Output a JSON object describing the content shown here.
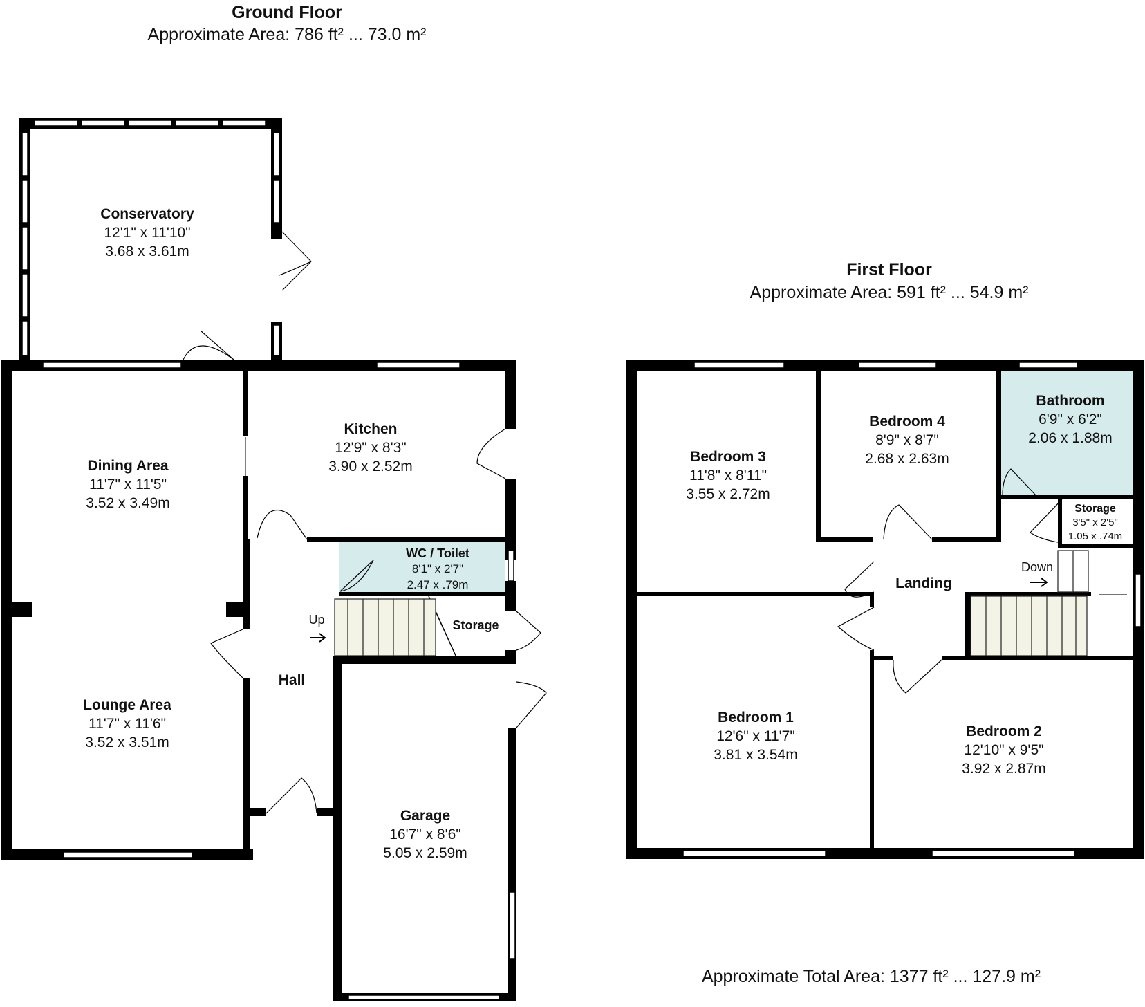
{
  "ground_floor": {
    "title": "Ground Floor",
    "area": "Approximate Area: 786 ft² ... 73.0 m²",
    "rooms": {
      "conservatory": {
        "name": "Conservatory",
        "imperial": "12'1\" x 11'10\"",
        "metric": "3.68 x 3.61m"
      },
      "dining": {
        "name": "Dining Area",
        "imperial": "11'7\" x 11'5\"",
        "metric": "3.52 x 3.49m"
      },
      "kitchen": {
        "name": "Kitchen",
        "imperial": "12'9\" x 8'3\"",
        "metric": "3.90 x 2.52m"
      },
      "wc": {
        "name": "WC / Toilet",
        "imperial": "8'1\" x 2'7\"",
        "metric": "2.47 x .79m"
      },
      "storage": {
        "name": "Storage"
      },
      "hall": {
        "name": "Hall"
      },
      "lounge": {
        "name": "Lounge Area",
        "imperial": "11'7\" x 11'6\"",
        "metric": "3.52 x 3.51m"
      },
      "garage": {
        "name": "Garage",
        "imperial": "16'7\" x 8'6\"",
        "metric": "5.05 x 2.59m"
      }
    },
    "stairs_label": "Up"
  },
  "first_floor": {
    "title": "First Floor",
    "area": "Approximate Area: 591 ft² ... 54.9 m²",
    "rooms": {
      "bedroom3": {
        "name": "Bedroom 3",
        "imperial": "11'8\" x 8'11\"",
        "metric": "3.55 x 2.72m"
      },
      "bedroom4": {
        "name": "Bedroom 4",
        "imperial": "8'9\" x 8'7\"",
        "metric": "2.68 x 2.63m"
      },
      "bathroom": {
        "name": "Bathroom",
        "imperial": "6'9\" x 6'2\"",
        "metric": "2.06 x 1.88m"
      },
      "storage": {
        "name": "Storage",
        "imperial": "3'5\" x 2'5\"",
        "metric": "1.05 x .74m"
      },
      "landing": {
        "name": "Landing"
      },
      "bedroom1": {
        "name": "Bedroom 1",
        "imperial": "12'6\" x 11'7\"",
        "metric": "3.81 x 3.54m"
      },
      "bedroom2": {
        "name": "Bedroom 2",
        "imperial": "12'10\" x 9'5\"",
        "metric": "3.92 x 2.87m"
      }
    },
    "stairs_label": "Down"
  },
  "total_area": "Approximate Total Area: 1377 ft² ... 127.9 m²",
  "colors": {
    "wet_room_fill": "#d6ecec",
    "wall": "#000000",
    "stair_fill": "#f3f3e6"
  }
}
